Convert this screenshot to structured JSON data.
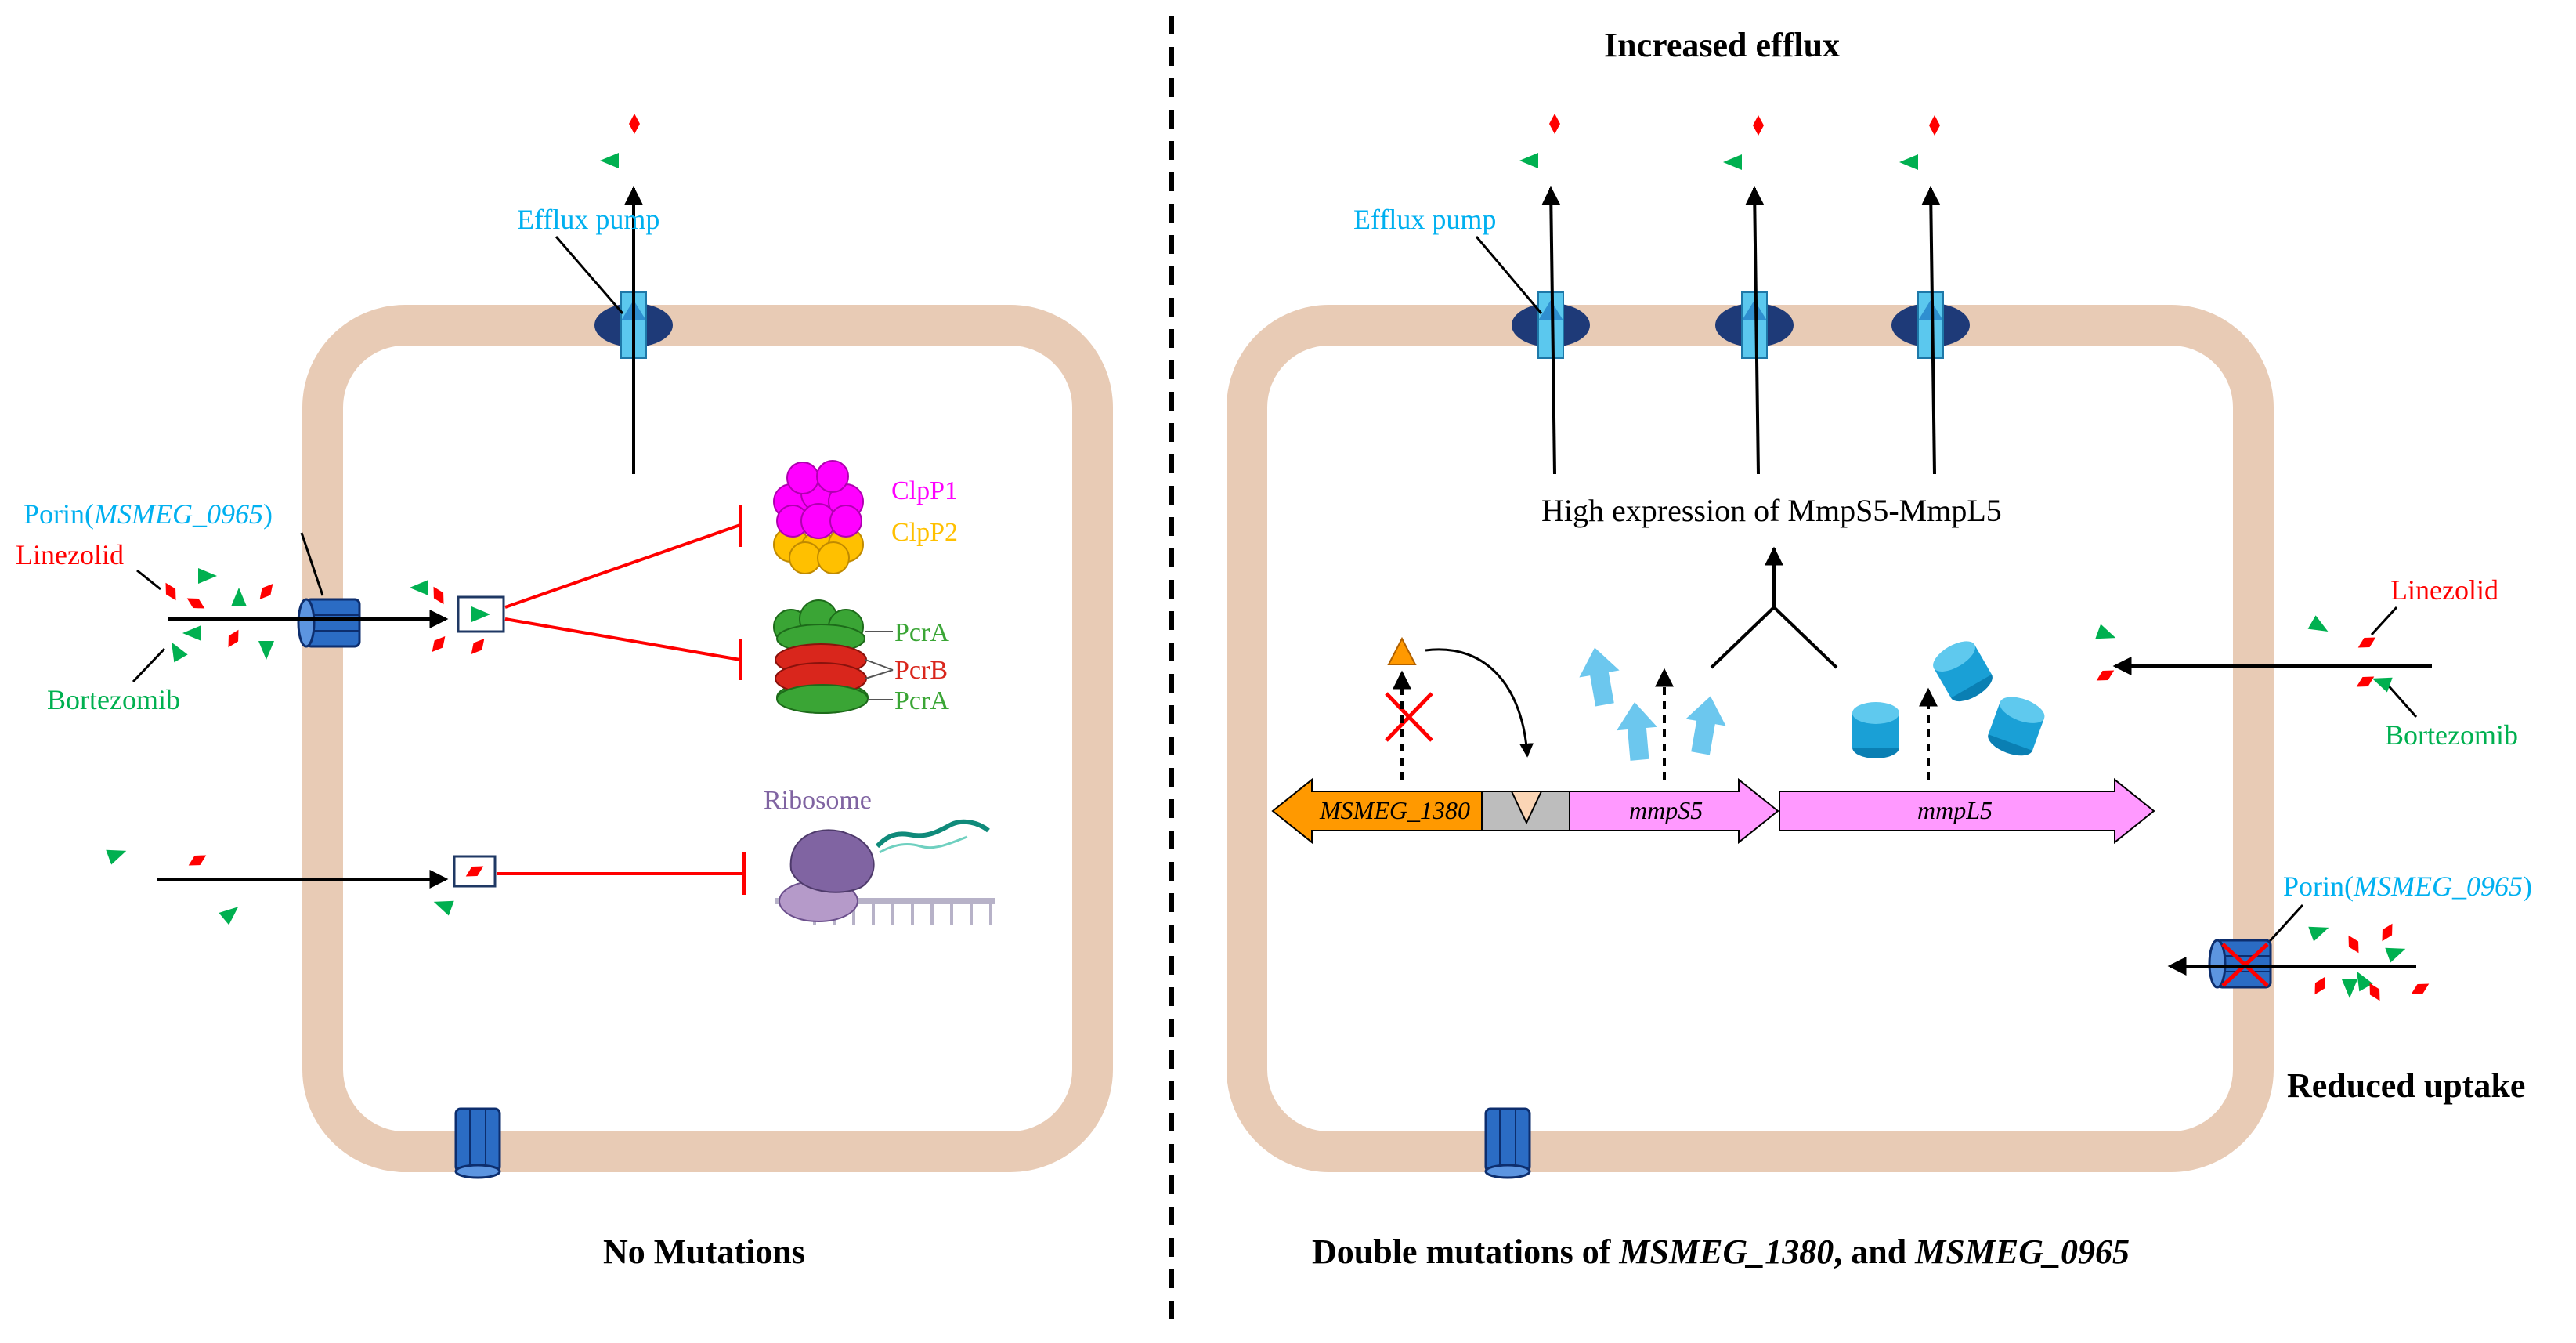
{
  "left_panel": {
    "caption": "No Mutations",
    "labels": {
      "efflux_pump": "Efflux pump",
      "porin_prefix": "Porin(",
      "porin_gene": "MSMEG_0965",
      "porin_suffix": ")",
      "linezolid": "Linezolid",
      "bortezomib": "Bortezomib",
      "clpp1": "ClpP1",
      "clpp2": "ClpP2",
      "pcra_top": "PcrA",
      "pcrb": "PcrB",
      "pcra_bottom": "PcrA",
      "ribosome": "Ribosome"
    }
  },
  "right_panel": {
    "title": "Increased efflux",
    "caption_prefix": "Double mutations of ",
    "caption_gene1": "MSMEG_1380",
    "caption_mid": ", and ",
    "caption_gene2": "MSMEG_0965",
    "reduced_uptake": "Reduced uptake",
    "labels": {
      "efflux_pump": "Efflux pump",
      "high_expression": "High expression of MmpS5-MmpL5",
      "linezolid": "Linezolid",
      "bortezomib": "Bortezomib",
      "porin_prefix": "Porin(",
      "porin_gene": "MSMEG_0965",
      "porin_suffix": ")",
      "gene_msmeg1380": "MSMEG_1380",
      "gene_mmps5": "mmpS5",
      "gene_mmpl5": "mmpL5"
    }
  },
  "colors": {
    "membrane": "#e8cbb5",
    "linezolid": "#ff0000",
    "bortezomib": "#00b050",
    "porin": "#1f5fbf",
    "pump_dark": "#1e3a78",
    "pump_light": "#5bc8ee",
    "clpp1": "#ff00ff",
    "clpp2": "#ffc000",
    "pcr_green": "#3aa535",
    "pcr_red": "#d9261c",
    "gene_orange": "#ff9900",
    "gene_pink": "#ff99ff",
    "label_blue": "#00b0f0",
    "ribosome": "#8064a2",
    "inhibit_red": "#ff0000"
  }
}
